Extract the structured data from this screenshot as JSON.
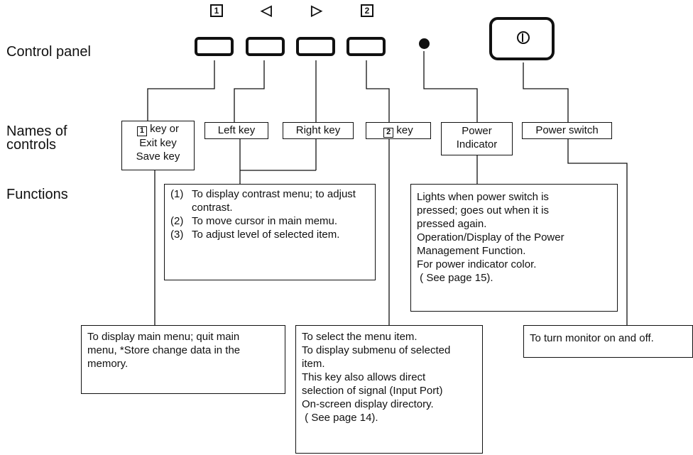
{
  "labels": {
    "control_panel": "Control panel",
    "names_of_controls_1": "Names of",
    "names_of_controls_2": "controls",
    "functions": "Functions"
  },
  "panel_symbols": {
    "key1": "1",
    "left": "◁",
    "right": "▷",
    "key2": "2"
  },
  "names": {
    "key1_line1": "key or",
    "key1_line2": "Exit key",
    "key1_line3": "Save key",
    "left": "Left key",
    "right": "Right key",
    "key2": "key",
    "power_ind_line1": "Power",
    "power_ind_line2": "Indicator",
    "power_switch": "Power switch"
  },
  "functions": {
    "left_right": [
      {
        "num": "(1)",
        "text": "To display contrast menu; to adjust contrast."
      },
      {
        "num": "(2)",
        "text": "To move cursor in main memu."
      },
      {
        "num": "(3)",
        "text": "To adjust level of selected item."
      }
    ],
    "power_indicator": [
      "Lights when power switch is",
      "pressed; goes out when it is",
      "pressed again.",
      "Operation/Display of the Power",
      "Management Function.",
      "For power indicator color.",
      " ( See page 15)."
    ],
    "key1": [
      "To display main menu; quit main",
      "menu, *Store change data in the",
      "memory."
    ],
    "key2": [
      "To select the menu item.",
      "To display submenu of selected",
      "item.",
      "This key also allows direct",
      "selection of signal (Input Port)",
      "On-screen display directory.",
      " ( See page 14)."
    ],
    "power_switch": "To turn monitor on and off."
  },
  "icons": {
    "power": "power-switch-icon",
    "indicator": "filled-circle-icon"
  }
}
